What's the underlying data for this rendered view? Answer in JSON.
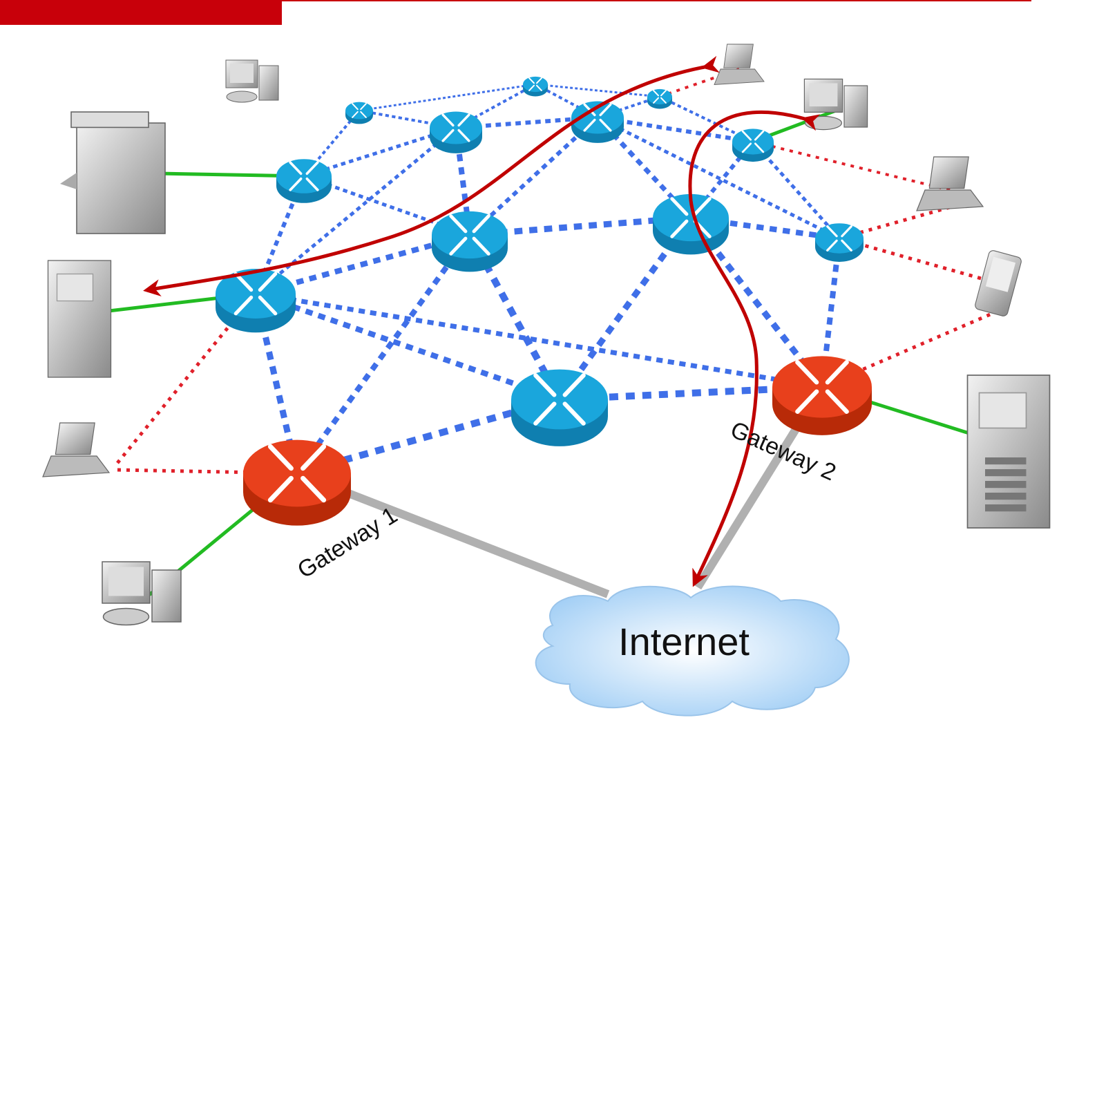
{
  "colors": {
    "header_accent": "#c8000a",
    "mesh_link": "#3f6fe8",
    "client_link": "#e0202a",
    "wired_link": "#22bb22",
    "uplink": "#b0b0b0",
    "router": "#1aa6dc",
    "gateway": "#e8401c",
    "route_arrow": "#c00000",
    "cloud": "#bfe0fa"
  },
  "labels": {
    "gateway1": "Gateway 1",
    "gateway2": "Gateway 2",
    "internet": "Internet"
  },
  "icons": {
    "router": "router-icon",
    "gateway": "gateway-router-icon",
    "desktop": "desktop-computer-icon",
    "laptop": "laptop-icon",
    "printer": "printer-icon",
    "server": "server-tower-icon",
    "pda": "pda-icon",
    "cloud": "cloud-icon"
  }
}
